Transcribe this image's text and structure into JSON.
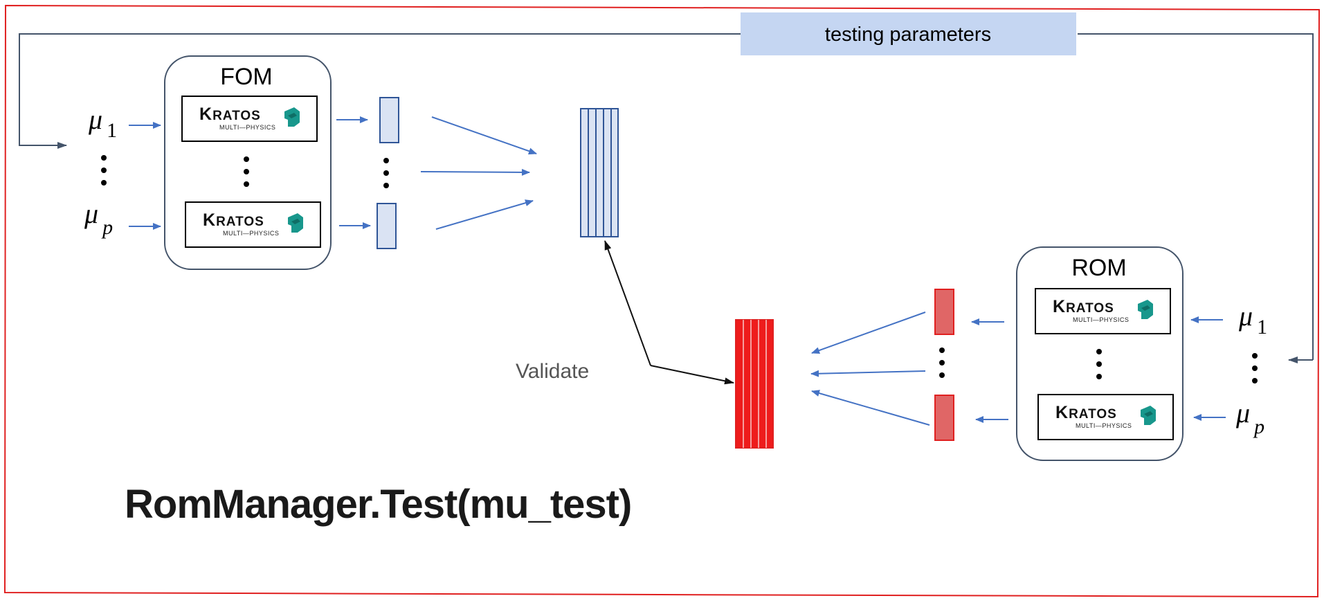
{
  "banner": {
    "text": "testing parameters"
  },
  "fom": {
    "title": "FOM",
    "params": {
      "symbol": "μ",
      "first_sub": "1",
      "last_sub": "p"
    },
    "logo": {
      "name": "KRATOS",
      "tagline": "Multi-Physics"
    }
  },
  "rom": {
    "title": "ROM",
    "params": {
      "symbol": "μ",
      "first_sub": "1",
      "last_sub": "p"
    },
    "logo": {
      "name": "KRATOS",
      "tagline": "Multi-Physics"
    }
  },
  "validate_label": "Validate",
  "command": "RomManager.Test(mu_test)",
  "colors": {
    "frame": "#e02020",
    "arrow_blue": "#4472c4",
    "fom_fill": "#dae3f3",
    "fom_stroke": "#2f5597",
    "rom_fill": "#e06666",
    "rom_fill_dark": "#ee1c1c",
    "rom_stroke": "#e02020",
    "banner_bg": "#c5d6f2",
    "loop_line": "#44546a",
    "logo_teal": "#18978c"
  },
  "icons": [
    "kratos-logo-icon",
    "arrow-icon",
    "ellipsis-icon"
  ]
}
